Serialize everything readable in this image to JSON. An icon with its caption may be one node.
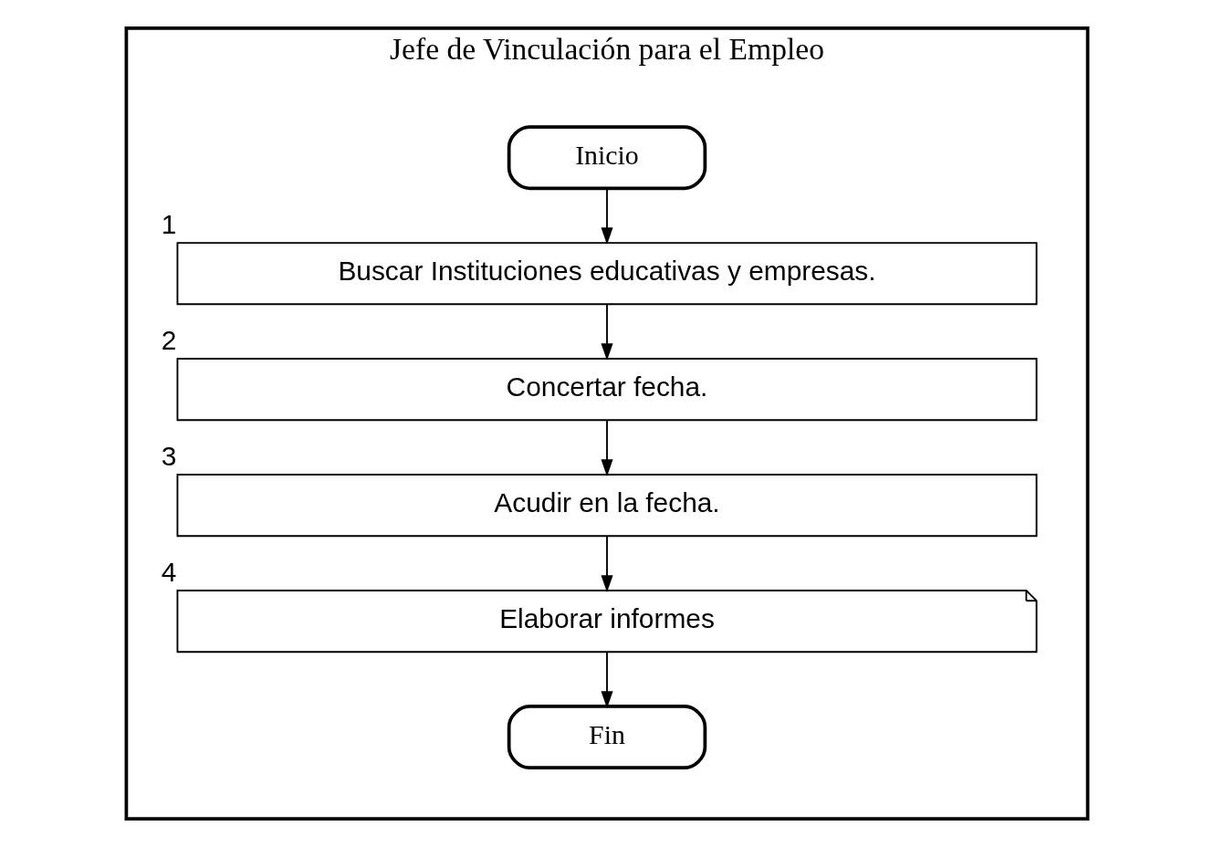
{
  "diagram": {
    "nodes": [
      {
        "text": [
          "Jefe de Vinculación para el Empleo"
        ]
      },
      {
        "text": [
          "Inicio"
        ],
        "in": 0
      },
      {
        "text": [
          "Buscar Instituciones educativas y empresas."
        ],
        "in": 0,
        "beside": [
          "1"
        ]
      },
      {
        "text": [
          "Concertar fecha."
        ],
        "in": 0,
        "beside": [
          "2"
        ]
      },
      {
        "text": [
          "Acudir en la fecha."
        ],
        "in": 0,
        "beside": [
          "3"
        ]
      },
      {
        "text": [
          "Elaborar informes"
        ],
        "in": 0,
        "beside": [
          "4"
        ]
      },
      {
        "text": [
          "Fin"
        ],
        "in": 0
      }
    ],
    "edges": [
      {
        "from": 1,
        "to": 2,
        "arrow": "to"
      },
      {
        "from": 2,
        "to": 3,
        "arrow": "to"
      },
      {
        "from": 3,
        "to": 4,
        "arrow": "to"
      },
      {
        "from": 4,
        "to": 5,
        "arrow": "to"
      },
      {
        "from": 5,
        "to": 6,
        "arrow": "to"
      }
    ]
  }
}
